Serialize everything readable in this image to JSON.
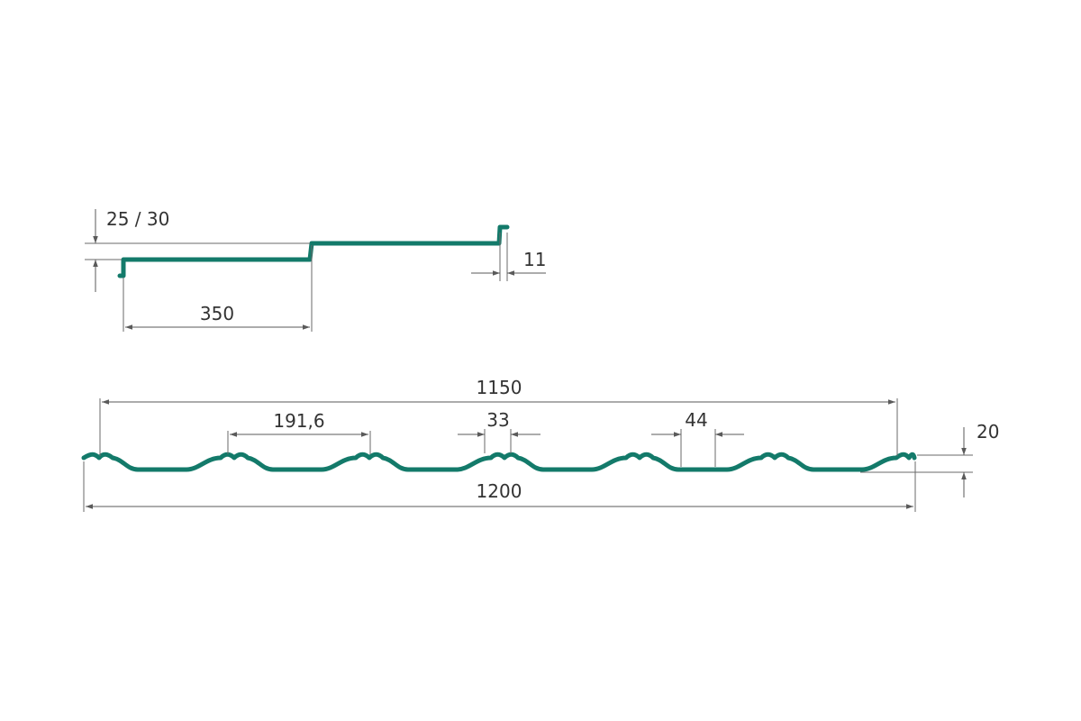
{
  "colors": {
    "profile": "#137a6a",
    "dimension": "#5a5a5a",
    "text": "#333333"
  },
  "side_view": {
    "step_height_label": "25 / 30",
    "step_length_label": "350",
    "lip_label": "11"
  },
  "cross_section": {
    "useful_width_label": "1150",
    "total_width_label": "1200",
    "wave_pitch_label": "191,6",
    "crest_width_label": "33",
    "valley_width_label": "44",
    "wave_height_label": "20"
  }
}
